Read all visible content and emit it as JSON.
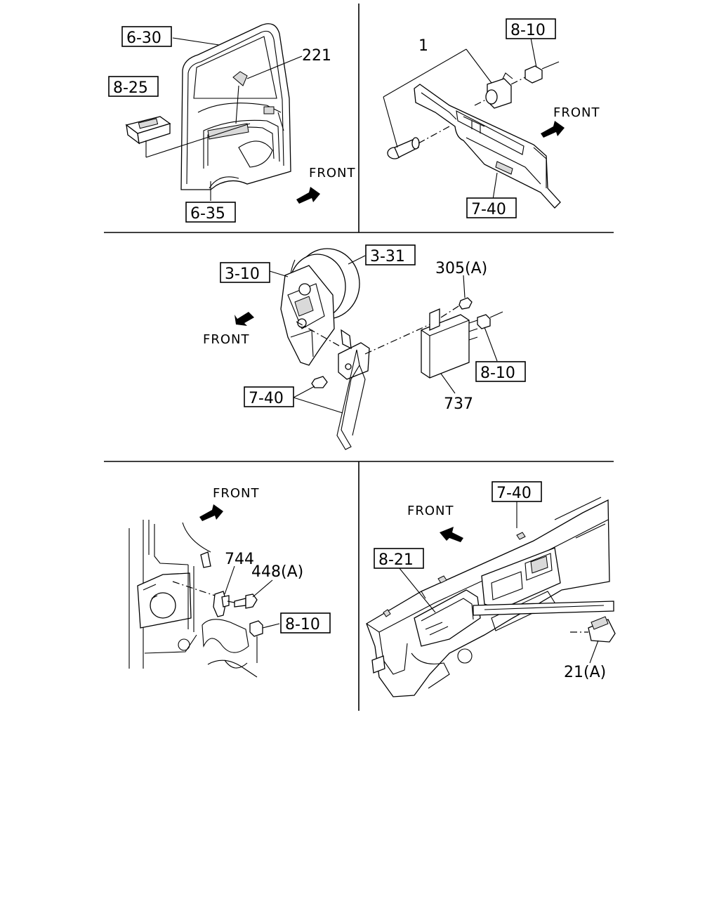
{
  "panels": {
    "door": {
      "front": "FRONT",
      "callouts": {
        "door_ref": "6-30",
        "switch_ref": "8-25",
        "part_221": "221",
        "trim_ref": "6-35"
      }
    },
    "pillar": {
      "front": "FRONT",
      "callouts": {
        "connector_ref": "8-10",
        "part_1": "1",
        "trim_ref": "7-40"
      }
    },
    "pedal": {
      "front": "FRONT",
      "callouts": {
        "booster_ref": "3-31",
        "pedal_ref": "3-10",
        "nut_305": "305(A)",
        "connector_ref": "8-10",
        "bracket_ref": "7-40",
        "module_737": "737"
      }
    },
    "bracket": {
      "front": "FRONT",
      "callouts": {
        "part_744": "744",
        "bolt_448": "448(A)",
        "connector_ref": "8-10"
      }
    },
    "dash": {
      "front": "FRONT",
      "callouts": {
        "dash_ref": "7-40",
        "meter_ref": "8-21",
        "part_21": "21(A)"
      }
    }
  }
}
